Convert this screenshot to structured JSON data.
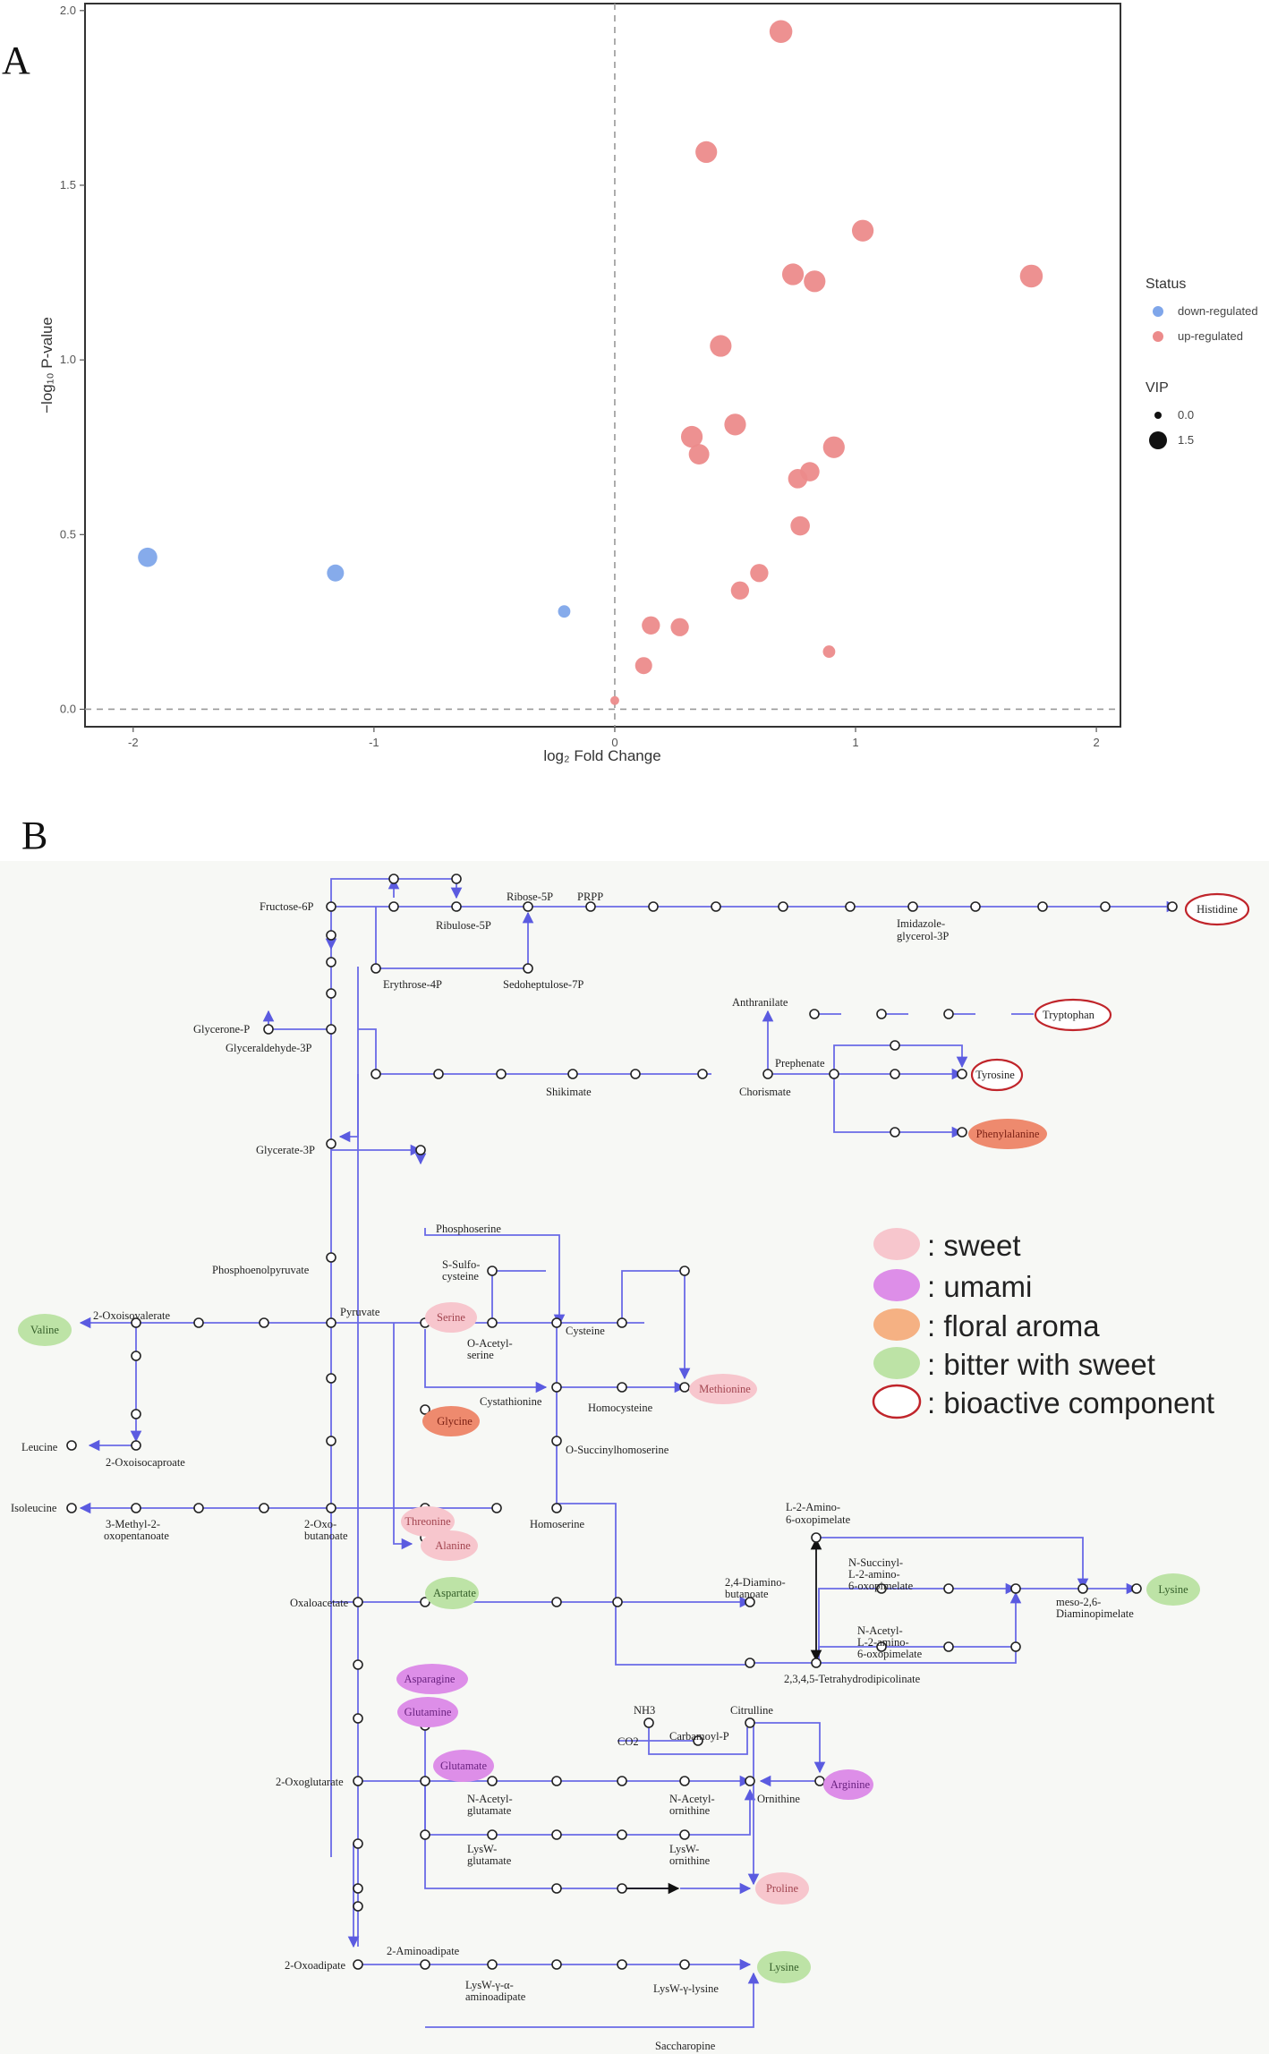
{
  "panel_a": {
    "letter": "A",
    "chart_data": {
      "type": "scatter",
      "xlabel": "log₂ Fold Change",
      "ylabel": "−log₁₀ P-value",
      "xlim": [
        -2.2,
        2.1
      ],
      "ylim": [
        -0.05,
        2.02
      ],
      "x_ticks": [
        -2,
        -1,
        0,
        1,
        2
      ],
      "y_ticks": [
        0.0,
        0.5,
        1.0,
        1.5,
        2.0
      ],
      "y_tick_labels": [
        "0.0",
        "0.5",
        "1.0",
        "1.5",
        "2.0"
      ],
      "x_tick_labels": [
        "-2",
        "-1",
        "0",
        "1",
        "2"
      ],
      "reference_lines": {
        "x": 0,
        "y": 0
      },
      "grid": false,
      "legend_placement": "right",
      "legend": {
        "status_title": "Status",
        "status_items": [
          {
            "label": "down-regulated",
            "color": "#7fa6ea"
          },
          {
            "label": "up-regulated",
            "color": "#ec8b8b"
          }
        ],
        "vip_title": "VIP",
        "vip_items": [
          {
            "label": "0.0",
            "size": 0.0
          },
          {
            "label": "1.5",
            "size": 1.5
          }
        ]
      },
      "series": [
        {
          "name": "down-regulated",
          "color": "#7fa6ea",
          "points": [
            {
              "x": -1.94,
              "y": 0.435,
              "vip": 1.2
            },
            {
              "x": -1.16,
              "y": 0.39,
              "vip": 1.0
            },
            {
              "x": -0.21,
              "y": 0.28,
              "vip": 0.6
            }
          ]
        },
        {
          "name": "up-regulated",
          "color": "#ec8b8b",
          "points": [
            {
              "x": 0.69,
              "y": 1.94,
              "vip": 1.5
            },
            {
              "x": 0.38,
              "y": 1.595,
              "vip": 1.4
            },
            {
              "x": 1.03,
              "y": 1.37,
              "vip": 1.4
            },
            {
              "x": 1.73,
              "y": 1.24,
              "vip": 1.5
            },
            {
              "x": 0.74,
              "y": 1.245,
              "vip": 1.4
            },
            {
              "x": 0.83,
              "y": 1.225,
              "vip": 1.4
            },
            {
              "x": 0.44,
              "y": 1.04,
              "vip": 1.4
            },
            {
              "x": 0.5,
              "y": 0.815,
              "vip": 1.4
            },
            {
              "x": 0.32,
              "y": 0.78,
              "vip": 1.4
            },
            {
              "x": 0.35,
              "y": 0.73,
              "vip": 1.3
            },
            {
              "x": 0.91,
              "y": 0.75,
              "vip": 1.4
            },
            {
              "x": 0.81,
              "y": 0.68,
              "vip": 1.2
            },
            {
              "x": 0.76,
              "y": 0.66,
              "vip": 1.2
            },
            {
              "x": 0.77,
              "y": 0.525,
              "vip": 1.2
            },
            {
              "x": 0.6,
              "y": 0.39,
              "vip": 1.1
            },
            {
              "x": 0.52,
              "y": 0.34,
              "vip": 1.1
            },
            {
              "x": 0.15,
              "y": 0.24,
              "vip": 1.1
            },
            {
              "x": 0.27,
              "y": 0.235,
              "vip": 1.1
            },
            {
              "x": 0.12,
              "y": 0.125,
              "vip": 1.0
            },
            {
              "x": 0.89,
              "y": 0.165,
              "vip": 0.6
            },
            {
              "x": 0.0,
              "y": 0.025,
              "vip": 0.3
            }
          ]
        }
      ]
    }
  },
  "panel_b": {
    "letter": "B",
    "key": [
      {
        "label": ": sweet",
        "fill": "#f7c6cd",
        "stroke": "none"
      },
      {
        "label": ": umami",
        "fill": "#dd8ee8",
        "stroke": "none"
      },
      {
        "label": ": floral aroma",
        "fill": "#f5b183",
        "stroke": "none"
      },
      {
        "label": ": bitter with sweet",
        "fill": "#bde3a6",
        "stroke": "none"
      },
      {
        "label": ": bioactive component",
        "fill": "#ffffff",
        "stroke": "#c0252b"
      }
    ],
    "colors": {
      "edge": "#6a6ae6",
      "sweet": "#f7c6cd",
      "umami": "#dd8ee8",
      "floral": "#ee8a6e",
      "bitter": "#bde3a6",
      "bioactive": "#c0252b"
    },
    "labels": {
      "fructose6p": "Fructose-6P",
      "ribulose5p": "Ribulose-5P",
      "ribose5p": "Ribose-5P",
      "prpp": "PRPP",
      "imidazole1": "Imidazole-",
      "imidazole2": "glycerol-3P",
      "erythrose": "Erythrose-4P",
      "sedo": "Sedoheptulose-7P",
      "glyceronep": "Glycerone-P",
      "glyceraldehyde": "Glyceraldehyde-3P",
      "anthranilate": "Anthranilate",
      "prephenate": "Prephenate",
      "shikimate": "Shikimate",
      "chorismate": "Chorismate",
      "glycerate": "Glycerate-3P",
      "phosphoserine": "Phosphoserine",
      "sulfo1": "S-Sulfo-",
      "sulfo2": "cysteine",
      "pep": "Phosphoenolpyruvate",
      "oxoiso": "2-Oxoisovalerate",
      "pyruvate": "Pyruvate",
      "cysteine": "Cysteine",
      "oacetyl1": "O-Acetyl-",
      "oacetyl2": "serine",
      "cystathionine": "Cystathionine",
      "homocysteine": "Homocysteine",
      "leucine": "Leucine",
      "oxoiso2": "2-Oxoisocaproate",
      "osuccinyl": "O-Succinylhomoserine",
      "isoleucine": "Isoleucine",
      "methyl1": "3-Methyl-2-",
      "methyl2": "oxopentanoate",
      "oxobut1": "2-Oxo-",
      "oxobut2": "butanoate",
      "homoserine": "Homoserine",
      "aminooxo1": "L-2-Amino-",
      "aminooxo2": "6-oxopimelate",
      "nsucc1": "N-Succinyl-",
      "nsucc2": "L-2-amino-",
      "nsucc3": "6-oxopimelate",
      "oxaloacetate": "Oxaloacetate",
      "diamino1": "2,4-Diamino-",
      "diamino2": "butanoate",
      "meso1": "meso-2,6-",
      "meso2": "Diaminopimelate",
      "nacet1": "N-Acetyl-",
      "nacet2": "L-2-amino-",
      "nacet3": "6-oxopimelate",
      "tetrahydro": "2,3,4,5-Tetrahydrodipicolinate",
      "nh3": "NH3",
      "citrulline": "Citrulline",
      "co2": "CO2",
      "carbamoyl": "Carbamoyl-P",
      "oxoglutarate": "2-Oxoglutarate",
      "nacglut1": "N-Acetyl-",
      "nacglut2": "glutamate",
      "nacorn1": "N-Acetyl-",
      "nacorn2": "ornithine",
      "ornithine": "Ornithine",
      "lysglut1": "LysW-",
      "lysglut2": "glutamate",
      "lysorn1": "LysW-",
      "lysorn2": "ornithine",
      "aminoadipate": "2-Aminoadipate",
      "oxoadipate": "2-Oxoadipate",
      "lysamino1": "LysW-γ-α-",
      "lysamino2": "aminoadipate",
      "lyslys": "LysW-γ-lysine",
      "saccharopine": "Saccharopine"
    },
    "amino_acids": {
      "histidine": "Histidine",
      "tryptophan": "Tryptophan",
      "tyrosine": "Tyrosine",
      "phenylalanine": "Phenylalanine",
      "valine": "Valine",
      "serine": "Serine",
      "methionine": "Methionine",
      "glycine": "Glycine",
      "threonine": "Threonine",
      "alanine": "Alanine",
      "lysine1": "Lysine",
      "aspartate": "Aspartate",
      "asparagine": "Asparagine",
      "glutamine": "Glutamine",
      "glutamate": "Glutamate",
      "arginine": "Arginine",
      "proline": "Proline",
      "lysine2": "Lysine"
    }
  }
}
